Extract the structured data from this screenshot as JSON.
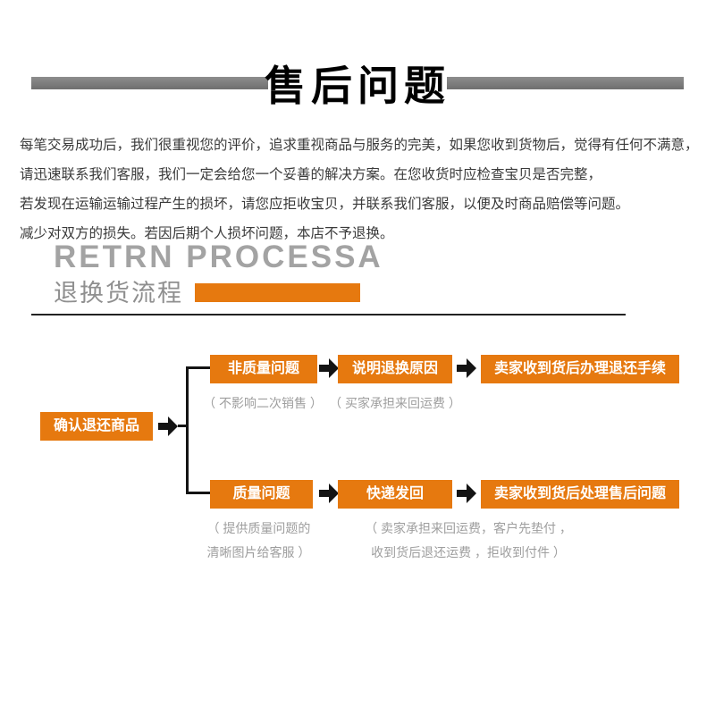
{
  "header": {
    "title": "售后问题"
  },
  "intro": {
    "lines": [
      "每笔交易成功后，我们很重视您的评价，追求重视商品与服务的完美，如果您收到货物后，觉得有任何不满意，",
      "请迅速联系我们客服，我们一定会给您一个妥善的解决方案。在您收货时应检查宝贝是否完整，",
      "若发现在运输运输过程产生的损坏，请您应拒收宝贝，并联系我们客服，以便及时商品赔偿等问题。",
      "减少对双方的损失。若因后期个人损坏问题，本店不予退换。"
    ]
  },
  "section": {
    "title_en": "RETRN PROCESSA",
    "title_cn": "退换货流程"
  },
  "flow": {
    "root_label": "确认退还商品",
    "top": {
      "steps": [
        "非质量问题",
        "说明退换原因",
        "卖家收到货后办理退还手续"
      ],
      "captions": [
        "（ 不影响二次销售 ）",
        "（ 买家承担来回运费 ）"
      ]
    },
    "bottom": {
      "steps": [
        "质量问题",
        "快递发回",
        "卖家收到货后处理售后问题"
      ],
      "caption_quality": [
        "（ 提供质量问题的",
        "清晰图片给客服 ）"
      ],
      "caption_ship": [
        "（ 卖家承担来回运费，客户先垫付 ，",
        "收到货后退还运费 ，拒收到付件 ）"
      ]
    }
  },
  "colors": {
    "accent_orange": "#e6790f",
    "header_bar_gray": "#7d7d7d",
    "caption_gray": "#9e9e9e",
    "arrow_black": "#141414"
  }
}
